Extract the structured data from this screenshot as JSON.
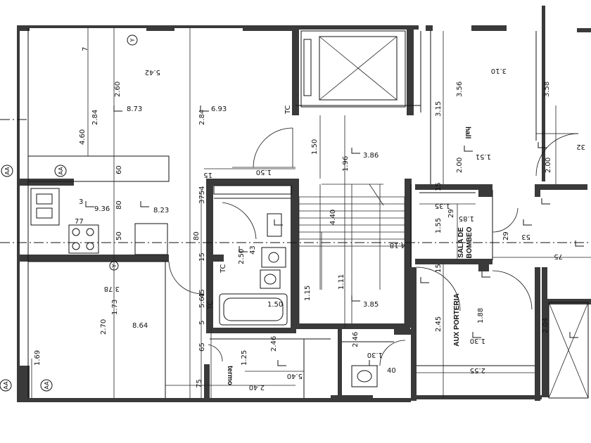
{
  "rooms": {
    "hall": "hall",
    "sala_bombeo_1": "SALA DE",
    "sala_bombeo_2": "BOMBEO",
    "aux_porteria": "AUX PORTERIA",
    "termo": "termo"
  },
  "axes": {
    "left_mid": "AA",
    "left_mid2": "AA",
    "bottom_left": "AA",
    "bottom_left2": "AA",
    "top": "Y",
    "mid": "Y"
  },
  "dimensions": {
    "d542": "5.42",
    "d460": "4.60",
    "d260": "2.60",
    "d284a": "2.84",
    "d284b": "2.84",
    "d873": "8.73",
    "d693": "6.93",
    "d7": "7",
    "d60": "60",
    "d80a": "80",
    "d80b": "80",
    "d50": "50",
    "d936": "9.36",
    "d823": "8.23",
    "d77": "77",
    "d3": "3",
    "d378": "3.78",
    "d173": "1.73",
    "d864": "8.64",
    "d270": "2.70",
    "d169": "1.69",
    "d150": "1.50",
    "d15a": "15",
    "d3754": "3754",
    "d15b": "15",
    "d250": "2.50",
    "d43": "43",
    "d561": "5.61",
    "d45": "45",
    "d5": "5",
    "d65": "65",
    "d125": "1.25",
    "d75": "75",
    "d240": "2.40",
    "d246": "2.46",
    "d540": "5.40",
    "d150b": "1.50",
    "d196": "1.96",
    "d386": "3.86",
    "d440": "4.40",
    "d115": "1.15",
    "d111": "1.11",
    "d385": "3.85",
    "d310": "3.10",
    "d356": "3.56",
    "d315": "3.15",
    "d358": "3.58",
    "d200a": "2.00",
    "d151": "1.51",
    "d200b": "2.00",
    "d32": "32",
    "d15c": "15",
    "d135": "1.35",
    "d185": "1.85",
    "d155": "1.55",
    "d29": "29",
    "d29b": "29",
    "d53": "53",
    "d75b": "75",
    "d245": "2.45",
    "d188": "1.88",
    "d130": "1.30",
    "d255": "2.55",
    "d204": "2.04",
    "d246b": "2.46",
    "d130b": "1.30",
    "d40": "40",
    "d150c": "1.50",
    "d418": "4.18",
    "d15d": "15",
    "tc1": "TC",
    "tc2": "TC",
    "tc3": "TC"
  }
}
